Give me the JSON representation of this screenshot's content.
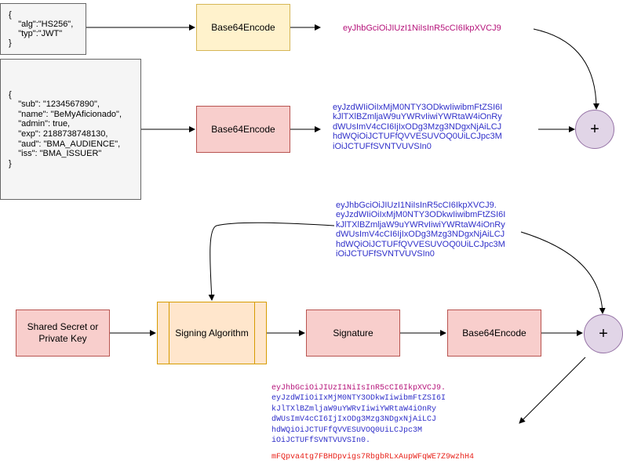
{
  "colors": {
    "header_token": "#b5137a",
    "payload_token": "#2f2fc9",
    "signature_token": "#e8231b",
    "json_fill": "#f5f5f5",
    "encode_header_fill": "#fff2cc",
    "encode_fill": "#f8cecc",
    "signing_fill": "#ffe6cc",
    "plus_fill": "#e1d5e7"
  },
  "header_json": "{\n    \"alg\":\"HS256\",\n    \"typ\":\"JWT\"\n}",
  "payload_json": "{\n    \"sub\": \"1234567890\",\n    \"name\": \"BeMyAficionado\",\n    \"admin\": true,\n    \"exp\": 2188738748130,\n    \"aud\": \"BMA_AUDIENCE\",\n    \"iss\": \"BMA_ISSUER\"\n}",
  "nodes": {
    "base64_header": "Base64Encode",
    "base64_payload": "Base64Encode",
    "secret": "Shared Secret or\nPrivate Key",
    "signing_algorithm": "Signing Algorithm",
    "signature": "Signature",
    "base64_signature": "Base64Encode",
    "plus_top": "+",
    "plus_bottom": "+"
  },
  "encoded_header": "eyJhbGciOiJIUzI1NiIsInR5cCI6IkpXVCJ9",
  "encoded_payload": "eyJzdWIiOiIxMjM0NTY3ODkwIiwibmFtZSI6I\nkJlTXlBZmljaW9uYWRvIiwiYWRtaW4iOnRy\ndWUsImV4cCI6IjIxODg3Mzg3NDgxNjAiLCJ\nhdWQiOiJCTUFfQVVESUVOQ0UiLCJpc3M\niOiJCTUFfSVNTVUVSIn0",
  "combined_input": "eyJhbGciOiJIUzI1NiIsInR5cCI6IkpXVCJ9.\neyJzdWIiOiIxMjM0NTY3ODkwIiwibmFtZSI6I\nkJlTXlBZmljaW9uYWRvIiwiYWRtaW4iOnRy\ndWUsImV4cCI6IjIxODg3Mzg3NDgxNjAiLCJ\nhdWQiOiJCTUFfQVVESUVOQ0UiLCJpc3M\niOiJCTUFfSVNTVUVSIn0",
  "final_token": {
    "header": "eyJhbGciOiJIUzI1NiIsInR5cCI6IkpXVCJ9.",
    "payload": "eyJzdWIiOiIxMjM0NTY3ODkwIiwibmFtZSI6I\nkJlTXlBZmljaW9uYWRvIiwiYWRtaW4iOnRy\ndWUsImV4cCI6IjIxODg3Mzg3NDgxNjAiLCJ\nhdWQiOiJCTUFfQVVESUVOQ0UiLCJpc3M\niOiJCTUFfSVNTVUVSIn0.",
    "signature": "mFQpva4tg7FBHDpvigs7RbgbRLxAupWFqWE7Z9wzhH4"
  }
}
